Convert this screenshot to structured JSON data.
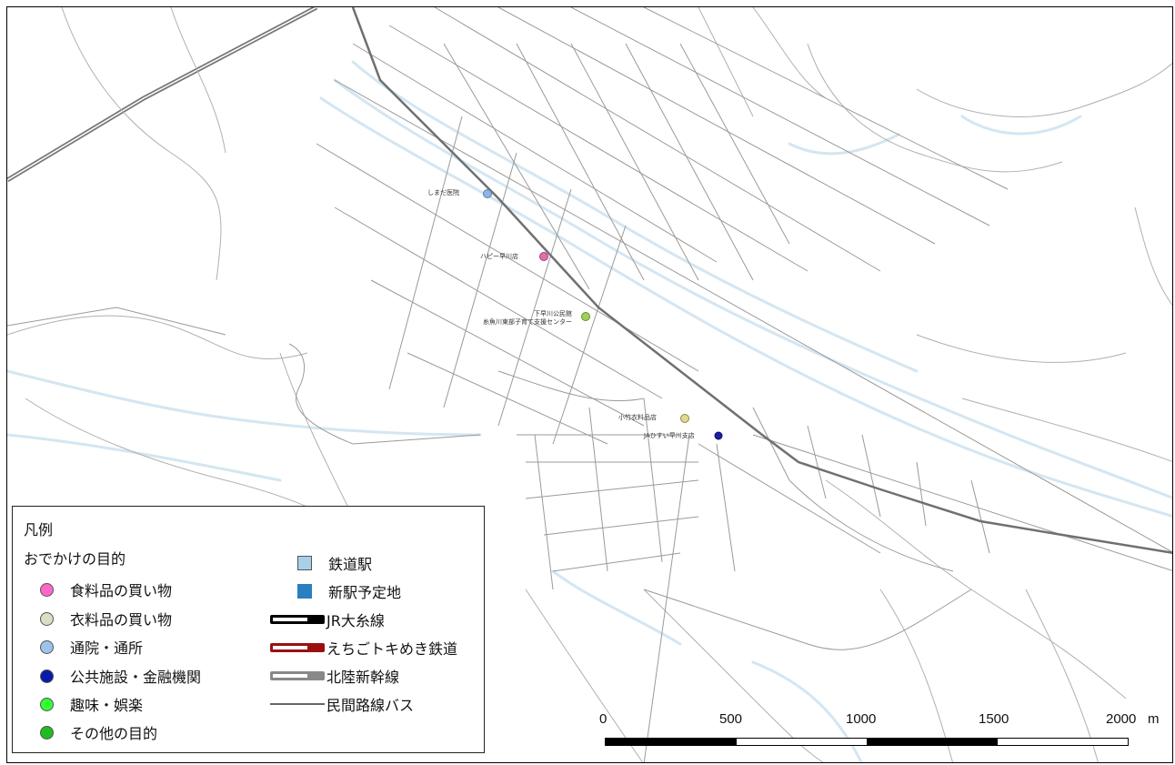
{
  "map": {
    "pois": [
      {
        "id": "poi-hospital",
        "label": "しまだ医院",
        "color": "#8fb5e0"
      },
      {
        "id": "poi-food",
        "label": "ハピー早川店",
        "color": "#e070a8"
      },
      {
        "id": "poi-community",
        "label": "下早川公民館\n糸魚川東部子育て支援センター",
        "color": "#9ed05a"
      },
      {
        "id": "poi-clothing",
        "label": "小竹衣料品店",
        "color": "#e0d890"
      },
      {
        "id": "poi-bank",
        "label": "JAひすい早川支店",
        "color": "#1a1fa8"
      }
    ]
  },
  "legend": {
    "title": "凡例",
    "subtitle": "おでかけの目的",
    "purposes": [
      {
        "label": "食料品の買い物",
        "color": "#ff66cc"
      },
      {
        "label": "衣料品の買い物",
        "color": "#d9dfc4"
      },
      {
        "label": "通院・通所",
        "color": "#9ec3ea"
      },
      {
        "label": "公共施設・金融機関",
        "color": "#0a1aa8"
      },
      {
        "label": "趣味・娯楽",
        "color": "#33ff33"
      },
      {
        "label": "その他の目的",
        "color": "#22bb22"
      }
    ],
    "stations": [
      {
        "label": "鉄道駅",
        "color": "#a9d0e8"
      },
      {
        "label": "新駅予定地",
        "color": "#2a7fc0"
      }
    ],
    "lines": [
      {
        "label": "JR大糸線",
        "color": "#000000"
      },
      {
        "label": "えちごトキめき鉄道",
        "color": "#9a1010"
      },
      {
        "label": "北陸新幹線",
        "color": "#888888"
      },
      {
        "label": "民間路線バス",
        "color": "#666666"
      }
    ]
  },
  "scale_bar": {
    "labels": [
      "0",
      "500",
      "1000",
      "1500",
      "2000"
    ],
    "unit": "m"
  }
}
